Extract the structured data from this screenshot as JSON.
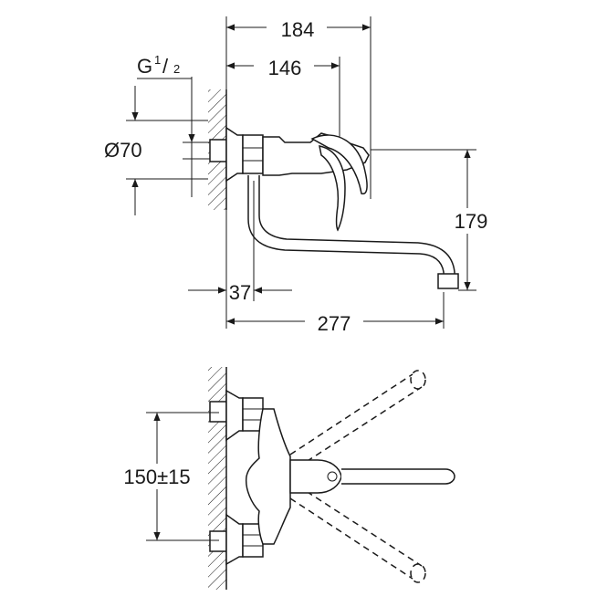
{
  "dimensions": {
    "d184": "184",
    "d146": "146",
    "thread_main": "G",
    "thread_num": "1",
    "thread_den": "2",
    "d70": "Ø70",
    "d179": "179",
    "d37": "37",
    "d277": "277",
    "d150": "150±15"
  }
}
